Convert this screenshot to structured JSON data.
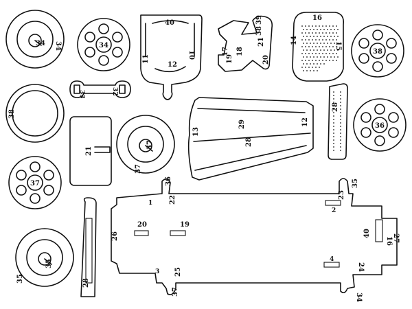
{
  "labels": {
    "wheel_top_left_a": "34",
    "wheel_top_left_b": "34",
    "hub_top_left": "34",
    "seat_back_top": "40",
    "seat_back_left": "11",
    "seat_back_right": "10",
    "seat_back_bottom": "12",
    "steering_a": "17",
    "steering_b": "18",
    "steering_c": "19",
    "steering_d": "21",
    "steering_e": "38",
    "steering_f": "39",
    "steering_g": "20",
    "grille_top": "16",
    "grille_left": "14",
    "grille_right": "15",
    "hub_top_right": "38",
    "axle_link_left": "33",
    "axle_link_right": "32",
    "ring_left": "38",
    "strip_right": "28",
    "hood_left": "13",
    "hood_center": "29",
    "hood_right": "12",
    "hood_lower": "28",
    "hub_mid_right": "36",
    "plate_left": "21",
    "wheel_mid_center": "37",
    "wheel_mid_center_b": "37",
    "hub_mid_left": "37",
    "chassis_tab_a": "36",
    "chassis_1": "1",
    "chassis_22": "22",
    "chassis_35": "35",
    "chassis_23": "23",
    "chassis_2": "2",
    "chassis_26": "26",
    "chassis_20": "20",
    "chassis_19": "19",
    "chassis_40": "40",
    "chassis_16": "16",
    "chassis_27": "27",
    "chassis_4": "4",
    "chassis_3": "3",
    "chassis_25": "25",
    "chassis_24": "24",
    "chassis_37": "37",
    "chassis_34": "34",
    "slot_bar": "28",
    "wheel_bottom_left_a": "35",
    "wheel_bottom_left_b": "35"
  }
}
